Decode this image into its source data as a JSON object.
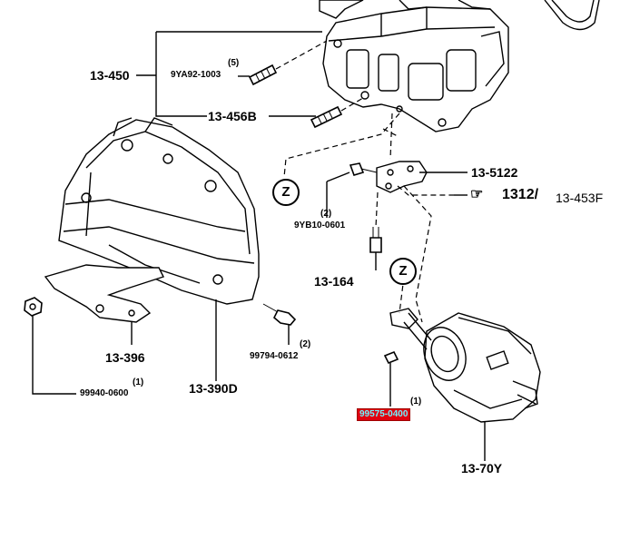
{
  "parts": {
    "p13_450": "13-450",
    "p9ya92": "9YA92-1003",
    "p9ya92_qty": "(5)",
    "p13_456b": "13-456B",
    "p13_5122": "13-5122",
    "ref_1312": "1312/",
    "ref_13_453f": "13-453F",
    "p9yb10": "9YB10-0601",
    "p9yb10_qty": "(2)",
    "p13_164": "13-164",
    "p13_396": "13-396",
    "p99940": "99940-0600",
    "p99940_qty": "(1)",
    "p13_390d": "13-390D",
    "p99794": "99794-0612",
    "p99794_qty": "(2)",
    "p99575": "99575-0400",
    "p99575_qty": "(1)",
    "p13_70y": "13-70Y"
  },
  "markers": {
    "z1": "Z",
    "z2": "Z"
  },
  "colors": {
    "highlight_bg": "#e00010",
    "highlight_text": "#6ff3ff",
    "line": "#000000"
  },
  "icons": {
    "reference_arrow": "hand-pointer-icon"
  }
}
